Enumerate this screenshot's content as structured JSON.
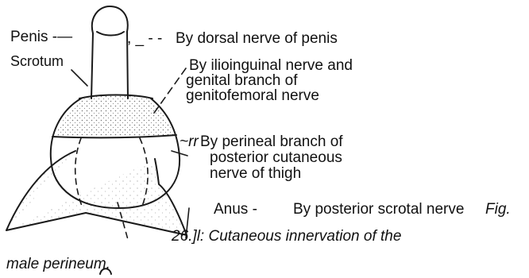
{
  "labels": {
    "penis": "Penis -—",
    "penis_marks": ", _ - -",
    "dorsal": "By dorsal nerve of penis",
    "scrotum": "Scrotum",
    "ilio_1": "By ilioinguinal nerve and",
    "ilio_2": "genital branch of",
    "ilio_3": "genitofemoral nerve",
    "perineal_mark": "~rr",
    "perineal_1": "By perineal branch of",
    "perineal_2": "posterior cutaneous",
    "perineal_3": "nerve of thigh",
    "anus": "Anus -",
    "scrotal": "By posterior scrotal nerve",
    "fig_ref": "Fig."
  },
  "caption": {
    "line1": "26.]l: Cutaneous innervation of the",
    "line2": "male perineum."
  },
  "colors": {
    "ink": "#1a1a1a",
    "stipple": "#7a7a7a"
  }
}
